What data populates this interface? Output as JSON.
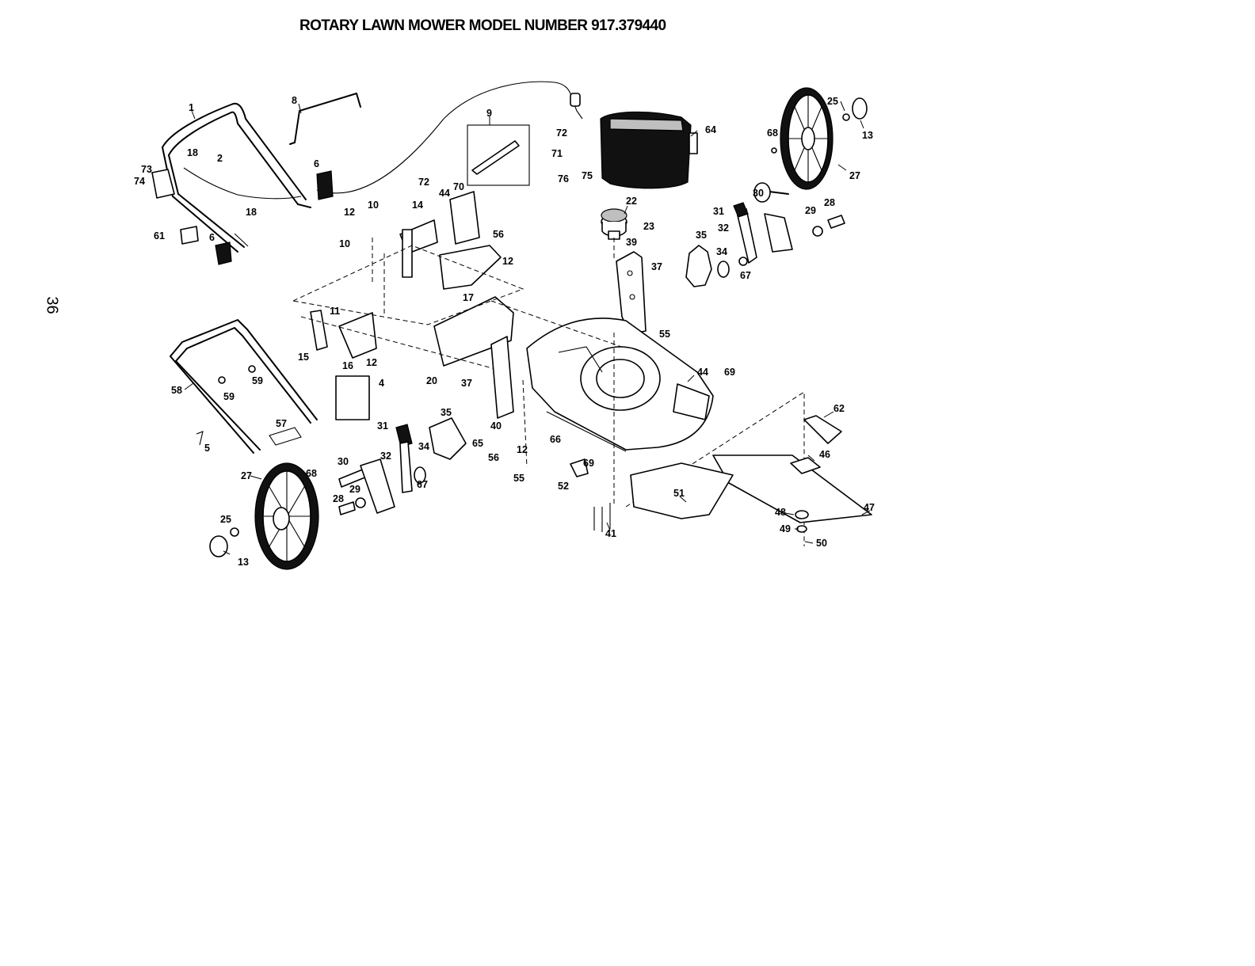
{
  "title": "ROTARY LAWN MOWER MODEL NUMBER 917.379440",
  "page_number": "36",
  "part_labels": [
    {
      "id": "1",
      "text": "1"
    },
    {
      "id": "2",
      "text": "2"
    },
    {
      "id": "4",
      "text": "4"
    },
    {
      "id": "5",
      "text": "5"
    },
    {
      "id": "6a",
      "text": "6"
    },
    {
      "id": "6b",
      "text": "6"
    },
    {
      "id": "8",
      "text": "8"
    },
    {
      "id": "9",
      "text": "9"
    },
    {
      "id": "10a",
      "text": "10"
    },
    {
      "id": "10b",
      "text": "10"
    },
    {
      "id": "11",
      "text": "11"
    },
    {
      "id": "12a",
      "text": "12"
    },
    {
      "id": "12b",
      "text": "12"
    },
    {
      "id": "12c",
      "text": "12"
    },
    {
      "id": "12d",
      "text": "12"
    },
    {
      "id": "13a",
      "text": "13"
    },
    {
      "id": "13b",
      "text": "13"
    },
    {
      "id": "14",
      "text": "14"
    },
    {
      "id": "15",
      "text": "15"
    },
    {
      "id": "16",
      "text": "16"
    },
    {
      "id": "17",
      "text": "17"
    },
    {
      "id": "18a",
      "text": "18"
    },
    {
      "id": "18b",
      "text": "18"
    },
    {
      "id": "20",
      "text": "20"
    },
    {
      "id": "22",
      "text": "22"
    },
    {
      "id": "23",
      "text": "23"
    },
    {
      "id": "25a",
      "text": "25"
    },
    {
      "id": "25b",
      "text": "25"
    },
    {
      "id": "27a",
      "text": "27"
    },
    {
      "id": "27b",
      "text": "27"
    },
    {
      "id": "28a",
      "text": "28"
    },
    {
      "id": "28b",
      "text": "28"
    },
    {
      "id": "29a",
      "text": "29"
    },
    {
      "id": "29b",
      "text": "29"
    },
    {
      "id": "30a",
      "text": "30"
    },
    {
      "id": "30b",
      "text": "30"
    },
    {
      "id": "31a",
      "text": "31"
    },
    {
      "id": "31b",
      "text": "31"
    },
    {
      "id": "32a",
      "text": "32"
    },
    {
      "id": "32b",
      "text": "32"
    },
    {
      "id": "34a",
      "text": "34"
    },
    {
      "id": "34b",
      "text": "34"
    },
    {
      "id": "35a",
      "text": "35"
    },
    {
      "id": "35b",
      "text": "35"
    },
    {
      "id": "37a",
      "text": "37"
    },
    {
      "id": "37b",
      "text": "37"
    },
    {
      "id": "39",
      "text": "39"
    },
    {
      "id": "40",
      "text": "40"
    },
    {
      "id": "41",
      "text": "41"
    },
    {
      "id": "44a",
      "text": "44"
    },
    {
      "id": "44b",
      "text": "44"
    },
    {
      "id": "46",
      "text": "46"
    },
    {
      "id": "47",
      "text": "47"
    },
    {
      "id": "48",
      "text": "48"
    },
    {
      "id": "49",
      "text": "49"
    },
    {
      "id": "50",
      "text": "50"
    },
    {
      "id": "51",
      "text": "51"
    },
    {
      "id": "52",
      "text": "52"
    },
    {
      "id": "55a",
      "text": "55"
    },
    {
      "id": "55b",
      "text": "55"
    },
    {
      "id": "56a",
      "text": "56"
    },
    {
      "id": "56b",
      "text": "56"
    },
    {
      "id": "57",
      "text": "57"
    },
    {
      "id": "58",
      "text": "58"
    },
    {
      "id": "59a",
      "text": "59"
    },
    {
      "id": "59b",
      "text": "59"
    },
    {
      "id": "61",
      "text": "61"
    },
    {
      "id": "62",
      "text": "62"
    },
    {
      "id": "64",
      "text": "64"
    },
    {
      "id": "65",
      "text": "65"
    },
    {
      "id": "66",
      "text": "66"
    },
    {
      "id": "67a",
      "text": "67"
    },
    {
      "id": "67b",
      "text": "67"
    },
    {
      "id": "68a",
      "text": "68"
    },
    {
      "id": "68b",
      "text": "68"
    },
    {
      "id": "69a",
      "text": "69"
    },
    {
      "id": "69b",
      "text": "69"
    },
    {
      "id": "70",
      "text": "70"
    },
    {
      "id": "71",
      "text": "71"
    },
    {
      "id": "72a",
      "text": "72"
    },
    {
      "id": "72b",
      "text": "72"
    },
    {
      "id": "73",
      "text": "73"
    },
    {
      "id": "74",
      "text": "74"
    },
    {
      "id": "75",
      "text": "75"
    },
    {
      "id": "76",
      "text": "76"
    }
  ]
}
